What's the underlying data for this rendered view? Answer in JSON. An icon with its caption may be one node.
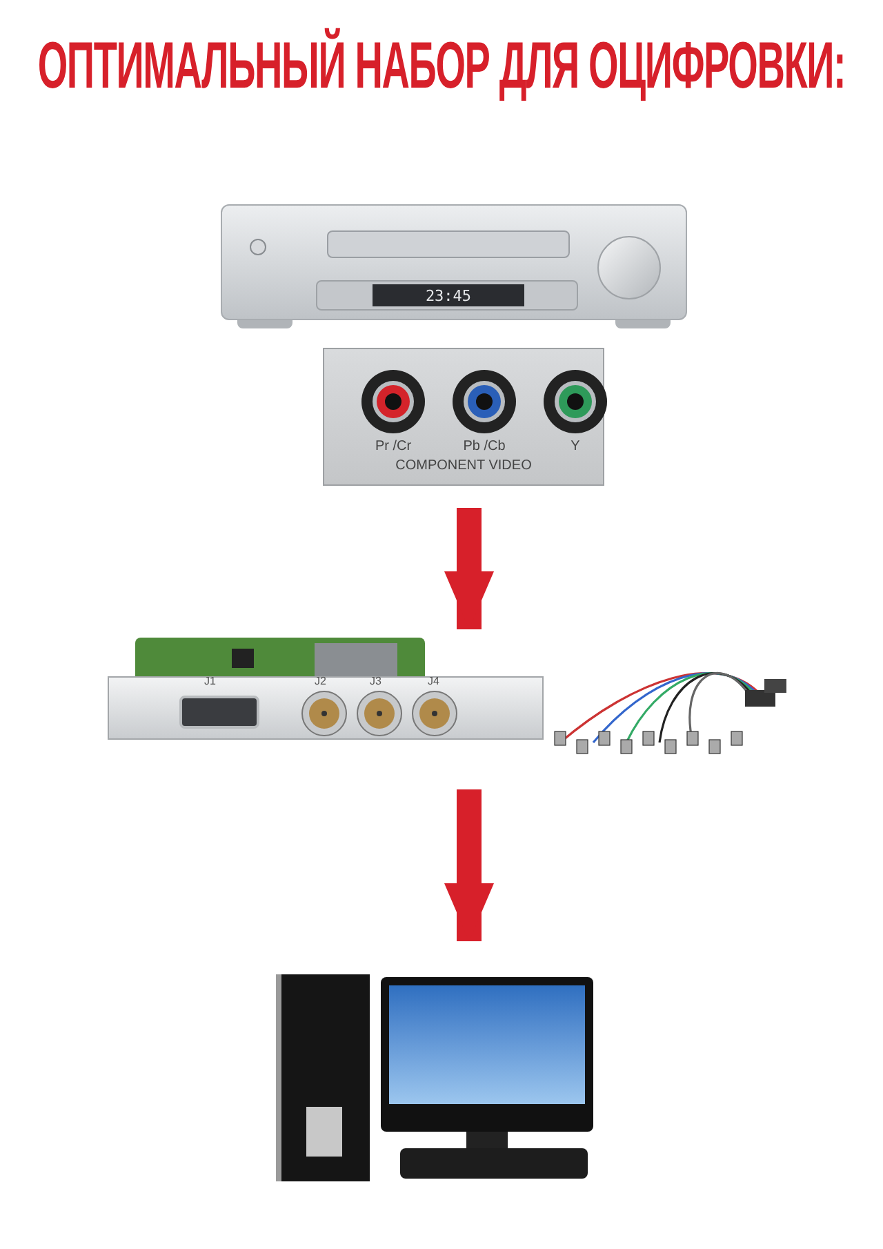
{
  "diagram": {
    "title": "ОПТИМАЛЬНЫЙ НАБОР ДЛЯ ОЦИФРОВКИ:",
    "nodes": [
      {
        "text": [
          "23:45"
        ]
      },
      {
        "text": [
          "Pr /Cr",
          "Pb /Cb",
          "Y",
          "COMPONENT VIDEO"
        ]
      },
      {
        "text": [
          "J1",
          "J2",
          "J3",
          "J4"
        ]
      },
      {
        "text": [],
        "shape": "picture"
      },
      {
        "text": [],
        "shape": "picture"
      }
    ],
    "edges": [
      {
        "from": 1,
        "to": 2,
        "arrow": "to"
      },
      {
        "from": 2,
        "to": 4,
        "arrow": "to"
      }
    ]
  }
}
